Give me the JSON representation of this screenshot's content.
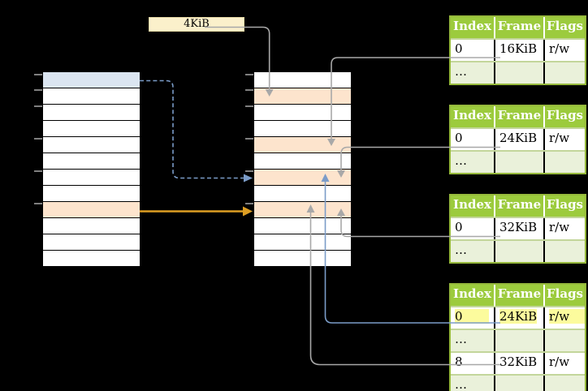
{
  "page_size_label": {
    "text": "4KiB"
  },
  "memory_columns": [
    {
      "name": "virtual-memory-column",
      "row_fills": [
        "blue",
        "white",
        "white",
        "white",
        "white",
        "white",
        "white",
        "white",
        "orange",
        "white",
        "white",
        "white"
      ]
    },
    {
      "name": "physical-memory-column",
      "row_fills": [
        "white",
        "orange",
        "white",
        "white",
        "orange",
        "white",
        "orange",
        "white",
        "orange",
        "white",
        "white",
        "white"
      ]
    }
  ],
  "tables": [
    {
      "headers": [
        "Index",
        "Frame",
        "Flags"
      ],
      "rows": [
        {
          "cells": [
            "0",
            "16KiB",
            "r/w"
          ]
        },
        {
          "cells": [
            "…",
            "",
            ""
          ]
        }
      ]
    },
    {
      "headers": [
        "Index",
        "Frame",
        "Flags"
      ],
      "rows": [
        {
          "cells": [
            "0",
            "24KiB",
            "r/w"
          ]
        },
        {
          "cells": [
            "…",
            "",
            ""
          ]
        }
      ]
    },
    {
      "headers": [
        "Index",
        "Frame",
        "Flags"
      ],
      "rows": [
        {
          "cells": [
            "0",
            "32KiB",
            "r/w"
          ]
        },
        {
          "cells": [
            "…",
            "",
            ""
          ]
        }
      ]
    },
    {
      "headers": [
        "Index",
        "Frame",
        "Flags"
      ],
      "rows": [
        {
          "cells": [
            "0",
            "24KiB",
            "r/w"
          ],
          "highlighted": true
        },
        {
          "cells": [
            "…",
            "",
            ""
          ]
        },
        {
          "cells": [
            "8",
            "32KiB",
            "r/w"
          ]
        },
        {
          "cells": [
            "…",
            "",
            ""
          ]
        }
      ]
    }
  ],
  "colors": {
    "background": "#000000",
    "blue_row": "#DBE5F1",
    "orange_row": "#FDE4CD",
    "table_header_green": "#9CCB3D",
    "table_alt_row_green": "#EAF1DA",
    "yellow_text_highlight": "#FCFB9D",
    "label_box_cream": "#FBF0CB",
    "connector_gray": "#A8A8A8",
    "connector_blue": "#7B9CC8",
    "connector_orange": "#DD9E23"
  }
}
